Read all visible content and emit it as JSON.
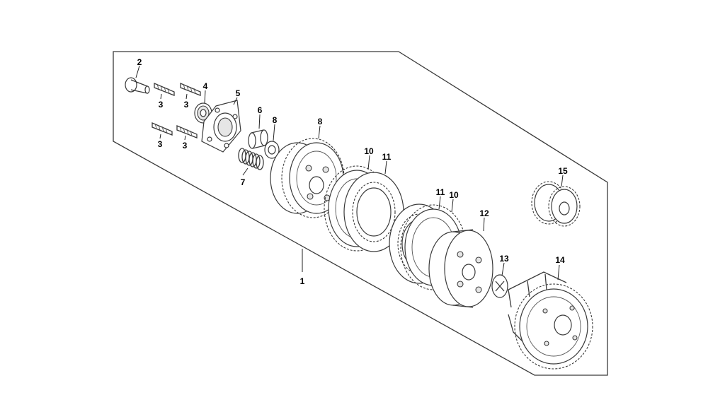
{
  "callouts": [
    {
      "id": "c1",
      "label": "1"
    },
    {
      "id": "c2",
      "label": "2"
    },
    {
      "id": "c3a",
      "label": "3"
    },
    {
      "id": "c3b",
      "label": "3"
    },
    {
      "id": "c3c",
      "label": "3"
    },
    {
      "id": "c3d",
      "label": "3"
    },
    {
      "id": "c4",
      "label": "4"
    },
    {
      "id": "c5",
      "label": "5"
    },
    {
      "id": "c6",
      "label": "6"
    },
    {
      "id": "c7",
      "label": "7"
    },
    {
      "id": "c8a",
      "label": "8"
    },
    {
      "id": "c8b",
      "label": "8"
    },
    {
      "id": "c10a",
      "label": "10"
    },
    {
      "id": "c11a",
      "label": "11"
    },
    {
      "id": "c11b",
      "label": "11"
    },
    {
      "id": "c10b",
      "label": "10"
    },
    {
      "id": "c12",
      "label": "12"
    },
    {
      "id": "c13",
      "label": "13"
    },
    {
      "id": "c14",
      "label": "14"
    },
    {
      "id": "c15",
      "label": "15"
    }
  ],
  "colors": {
    "line": "#3a3a3a",
    "paper": "#ffffff",
    "shade": "#e6e6e6"
  }
}
